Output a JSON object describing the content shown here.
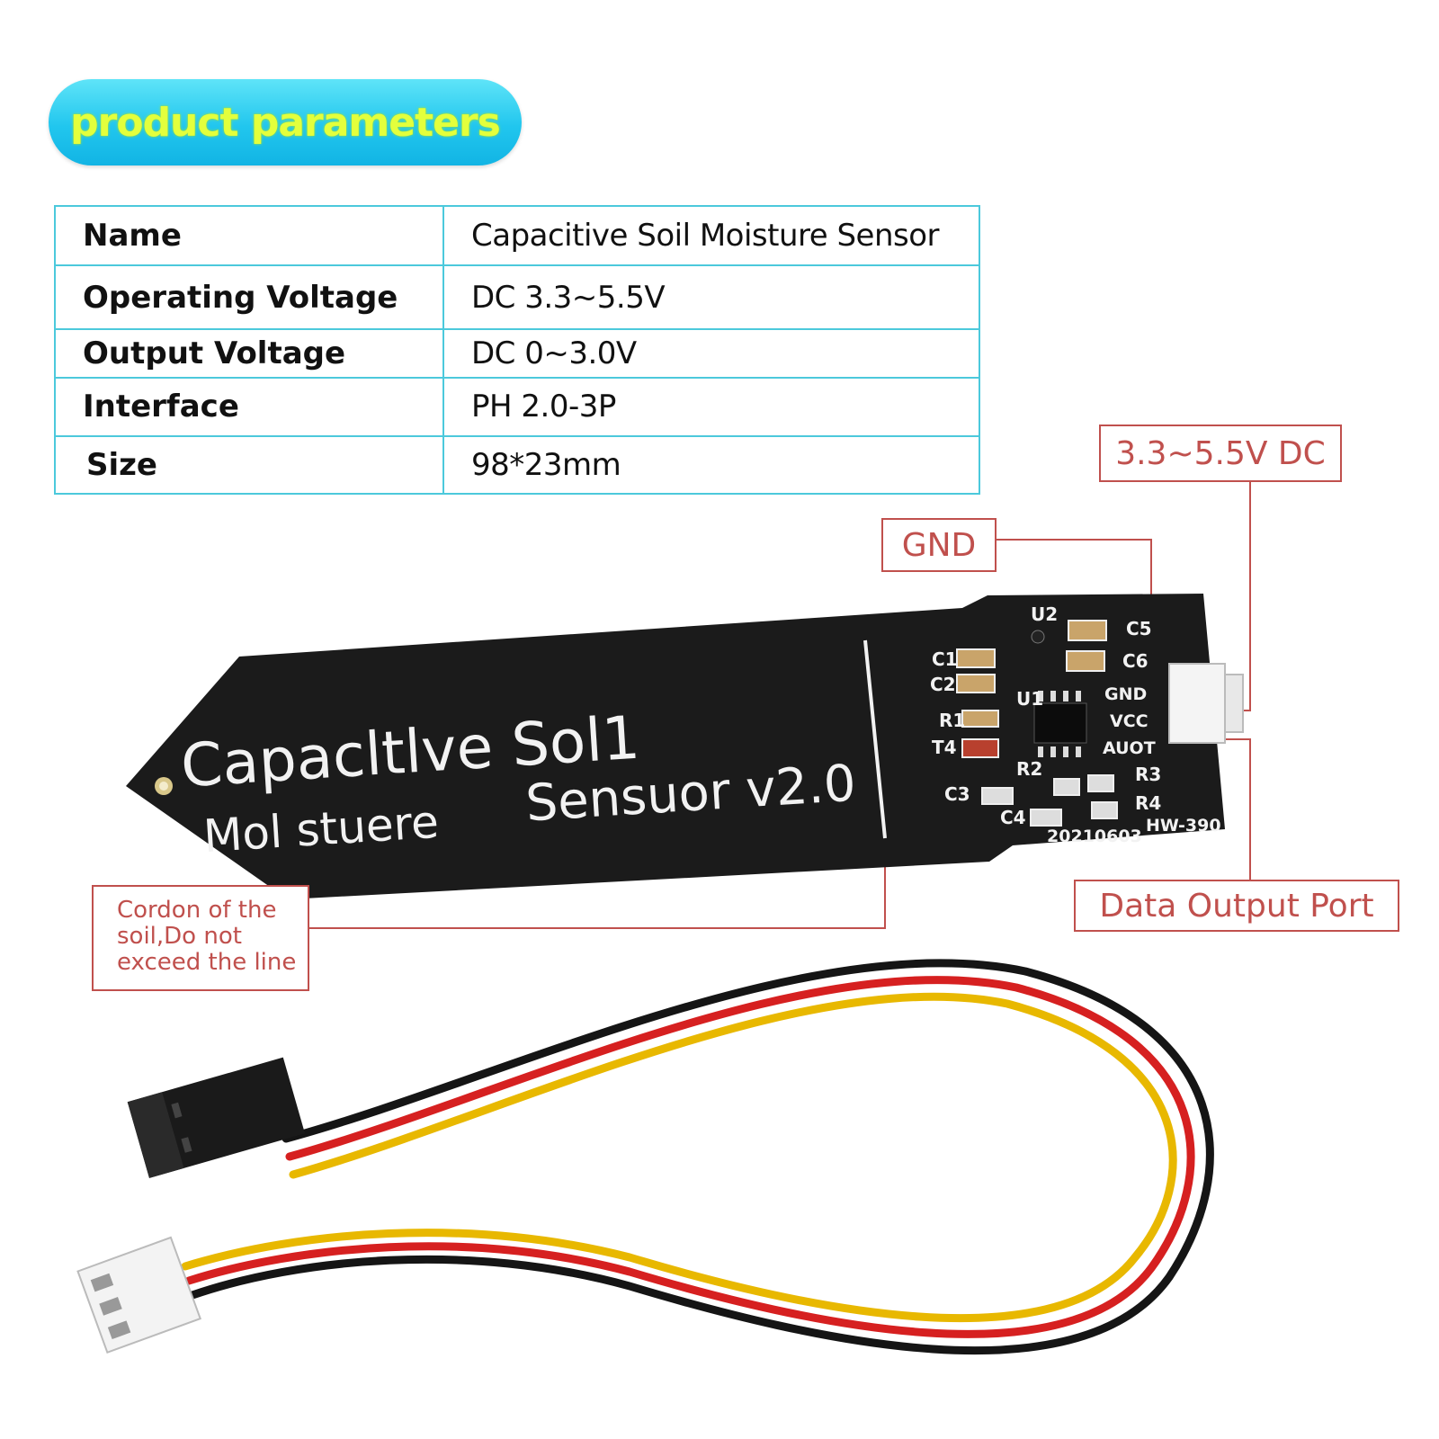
{
  "header": {
    "title": "product parameters"
  },
  "params": [
    {
      "label": "Name",
      "value": "Capacitive Soil Moisture Sensor"
    },
    {
      "label": "Operating Voltage",
      "value": "DC 3.3~5.5V"
    },
    {
      "label": "Output Voltage",
      "value": "DC 0~3.0V"
    },
    {
      "label": "Interface",
      "value": "PH 2.0-3P"
    },
    {
      "label": "Size",
      "value": "98*23mm"
    }
  ],
  "callouts": {
    "supply": "3.3~5.5V DC",
    "ground": "GND",
    "data": "Data Output Port",
    "cordon": "Cordon of the\nsoil,Do not\nexceed the line"
  },
  "board": {
    "print_line1": "Capacltlve  Sol1",
    "print_line2a": "Mol stuere",
    "print_line2b": "Sensuor v2.0",
    "pins": [
      "GND",
      "VCC",
      "AUOT"
    ],
    "components": [
      "U2",
      "C5",
      "C6",
      "C1",
      "C2",
      "U1",
      "R1",
      "T4",
      "R2",
      "R3",
      "C3",
      "C4",
      "R4"
    ],
    "date_code": "20210603",
    "model": "HW-390"
  },
  "colors": {
    "pill": "#21c6ee",
    "pill_text": "#e3ff3c",
    "table_border": "#4cc9dc",
    "callout": "#c0504d",
    "pcb": "#1b1b1b",
    "wire_red": "#d62020",
    "wire_yellow": "#e8b800",
    "wire_black": "#151515"
  }
}
